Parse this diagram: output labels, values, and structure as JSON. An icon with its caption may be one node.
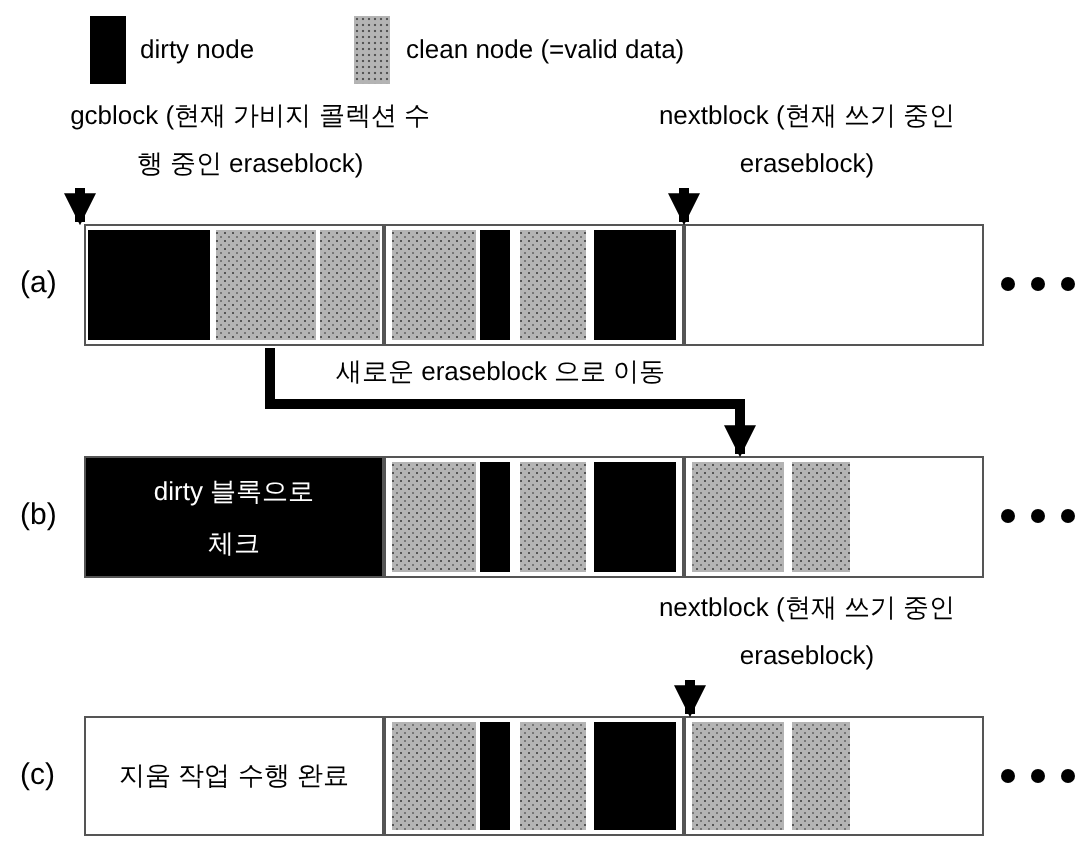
{
  "diagram": {
    "nodes": [
      {
        "text": [
          "gcblock (현재 가비지 콜렉션 수행 중인 eraseblock)"
        ]
      },
      {
        "text": [
          "nextblock (현재 쓰기 중인 eraseblock)"
        ]
      },
      {
        "text": [],
        "shape": "box"
      },
      {
        "text": [],
        "shape": "box"
      },
      {
        "text": [],
        "shape": "box"
      },
      {
        "text": [
          "dirty 블록으로 체크"
        ]
      },
      {
        "text": [],
        "shape": "box"
      },
      {
        "text": [],
        "shape": "box"
      },
      {
        "text": [
          "nextblock (현재 쓰기 중인 eraseblock)"
        ]
      },
      {
        "text": [
          "지움 작업 수행 완료"
        ]
      },
      {
        "text": [],
        "shape": "box"
      },
      {
        "text": [],
        "shape": "box"
      }
    ],
    "edges": [
      {
        "from": 0,
        "to": 2,
        "arrow": "to"
      },
      {
        "from": 1,
        "to": 4,
        "arrow": "to"
      },
      {
        "from": 2,
        "to": 7,
        "arrow": "to",
        "label": "새로운 eraseblock 으로 이동"
      },
      {
        "from": 8,
        "to": 11,
        "arrow": "to"
      }
    ],
    "labels": [
      "(a)",
      "(b)",
      "(c)"
    ],
    "legend": [
      {
        "text": "dirty node",
        "color": "#000000"
      },
      {
        "text": "clean node (=valid data)",
        "color": "#b4b4b4"
      }
    ]
  }
}
